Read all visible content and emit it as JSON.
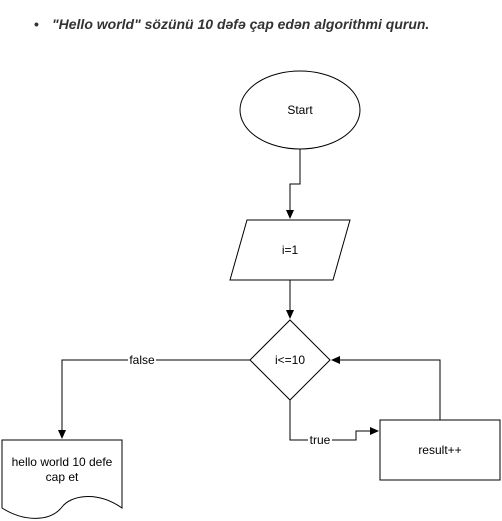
{
  "task": {
    "bullet": "•",
    "text": "\"Hello world\" sözünü 10 dəfə çap edən algorithmi qurun."
  },
  "flowchart": {
    "start": "Start",
    "init": "i=1",
    "condition": "i<=10",
    "false_label": "false",
    "true_label": "true",
    "process": "result++",
    "output_line1": "hello world 10 defe",
    "output_line2": "cap et"
  }
}
